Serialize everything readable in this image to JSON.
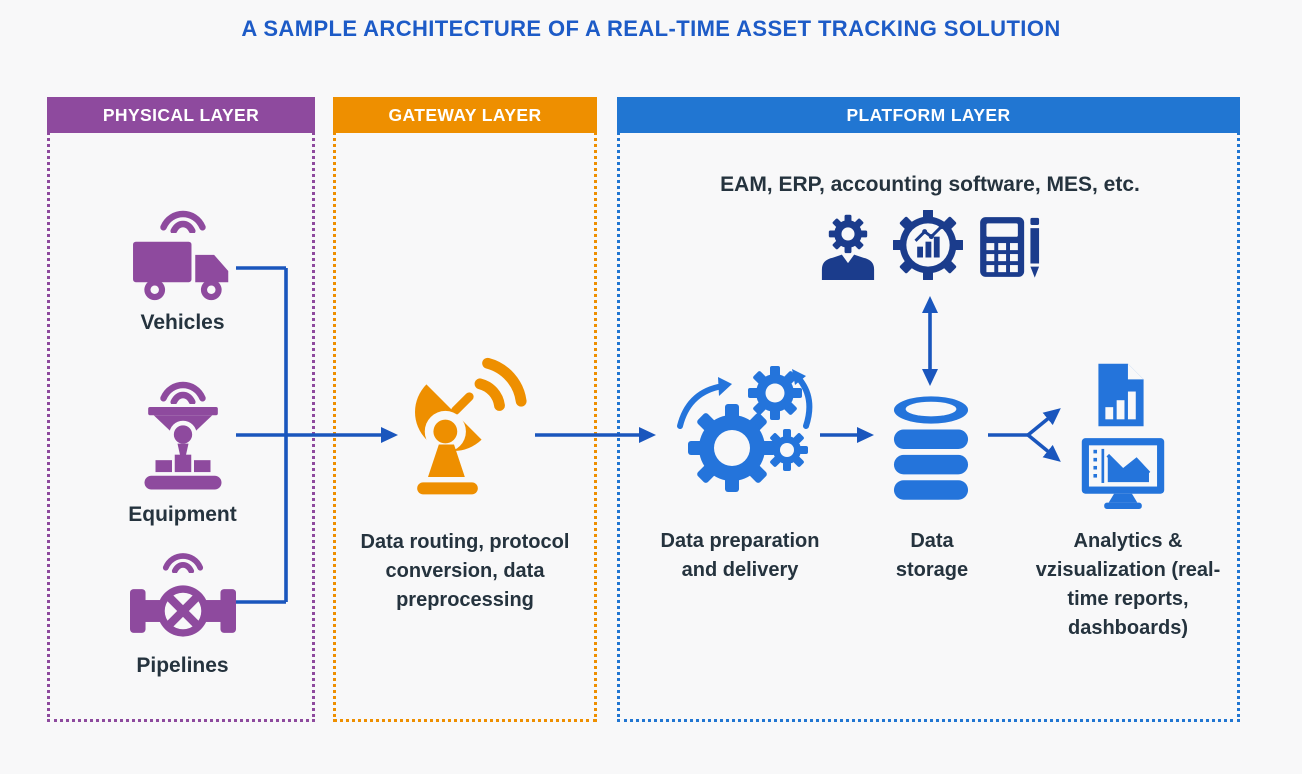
{
  "title": "A SAMPLE ARCHITECTURE OF A REAL-TIME ASSET TRACKING SOLUTION",
  "colors": {
    "background": "#f8f8f9",
    "title_blue": "#1d5bc7",
    "physical_purple": "#8e4a9e",
    "gateway_orange": "#ee8f00",
    "platform_blue": "#2176d2",
    "icon_blue": "#2474db",
    "icon_navy": "#1b3c8c",
    "connector_blue": "#1a56bd",
    "text_dark": "#25333e"
  },
  "layers": {
    "physical": {
      "label": "PHYSICAL LAYER",
      "items": [
        {
          "label": "Vehicles",
          "icon": "truck-with-wifi-icon"
        },
        {
          "label": "Equipment",
          "icon": "machine-with-wifi-icon"
        },
        {
          "label": "Pipelines",
          "icon": "pipeline-valve-with-wifi-icon"
        }
      ]
    },
    "gateway": {
      "label": "GATEWAY LAYER",
      "icon": "satellite-dish-icon",
      "caption": "Data routing, protocol conversion, data preprocessing"
    },
    "platform": {
      "label": "PLATFORM LAYER",
      "integrations_text": "EAM, ERP, accounting software, MES, etc.",
      "integration_icons": [
        "user-gear-icon",
        "gear-chart-icon",
        "calculator-pencil-icon"
      ],
      "nodes": {
        "preparation": {
          "label": "Data preparation and delivery",
          "icon": "gears-icon"
        },
        "storage": {
          "label": "Data storage",
          "icon": "database-icon"
        },
        "analytics": {
          "label": "Analytics & vzisualization (real-time reports, dashboards)",
          "icons": [
            "report-document-icon",
            "dashboard-monitor-icon"
          ]
        }
      }
    }
  }
}
